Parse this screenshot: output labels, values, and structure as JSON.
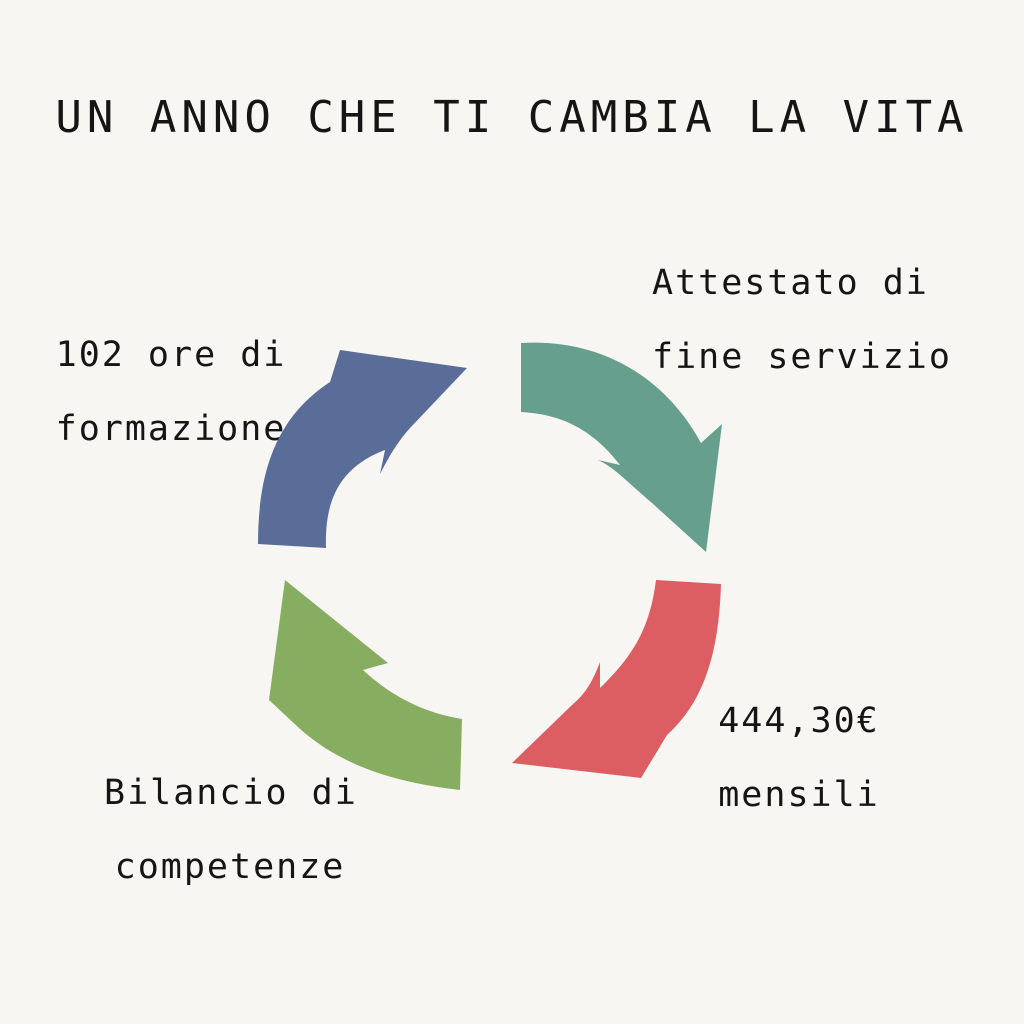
{
  "title": "UN ANNO CHE TI CAMBIA LA VITA",
  "labels": {
    "top_left": [
      "102 ore di",
      "formazione"
    ],
    "top_right": [
      "Attestato di",
      "fine servizio"
    ],
    "bottom_right": [
      "444,30€",
      "mensili"
    ],
    "bottom_left": [
      "Bilancio di",
      "competenze"
    ]
  },
  "colors": {
    "background": "#f8f6f2",
    "blue_arrow": "#5a6d99",
    "teal_arrow": "#679f8f",
    "red_arrow": "#dc5d62",
    "green_arrow": "#87ad60"
  }
}
